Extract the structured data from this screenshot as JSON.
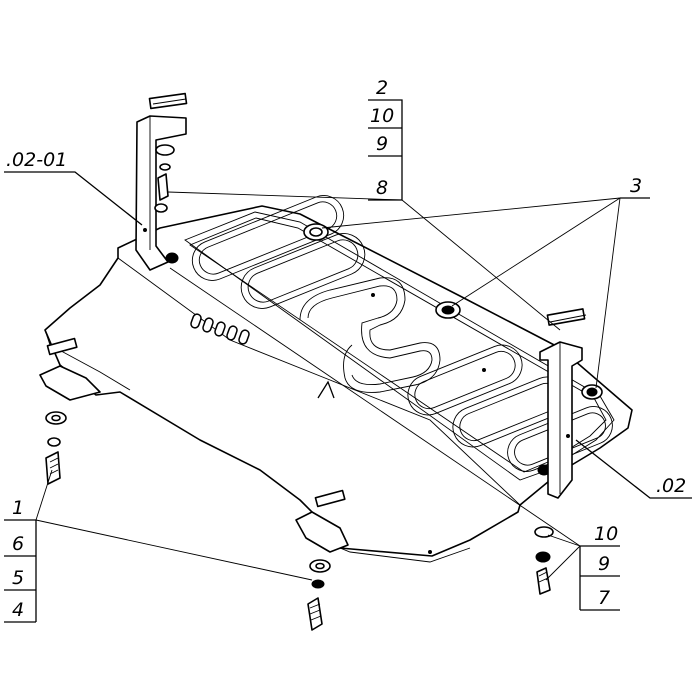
{
  "drawing": {
    "labels": {
      "l_02_01": ".02-01",
      "l_02": ".02",
      "l_2": "2",
      "l_10_top": "10",
      "l_9_top": "9",
      "l_8": "8",
      "l_3": "3",
      "l_1": "1",
      "l_6": "6",
      "l_5": "5",
      "l_4": "4",
      "l_10_bot": "10",
      "l_9_bot": "9",
      "l_7": "7"
    }
  }
}
